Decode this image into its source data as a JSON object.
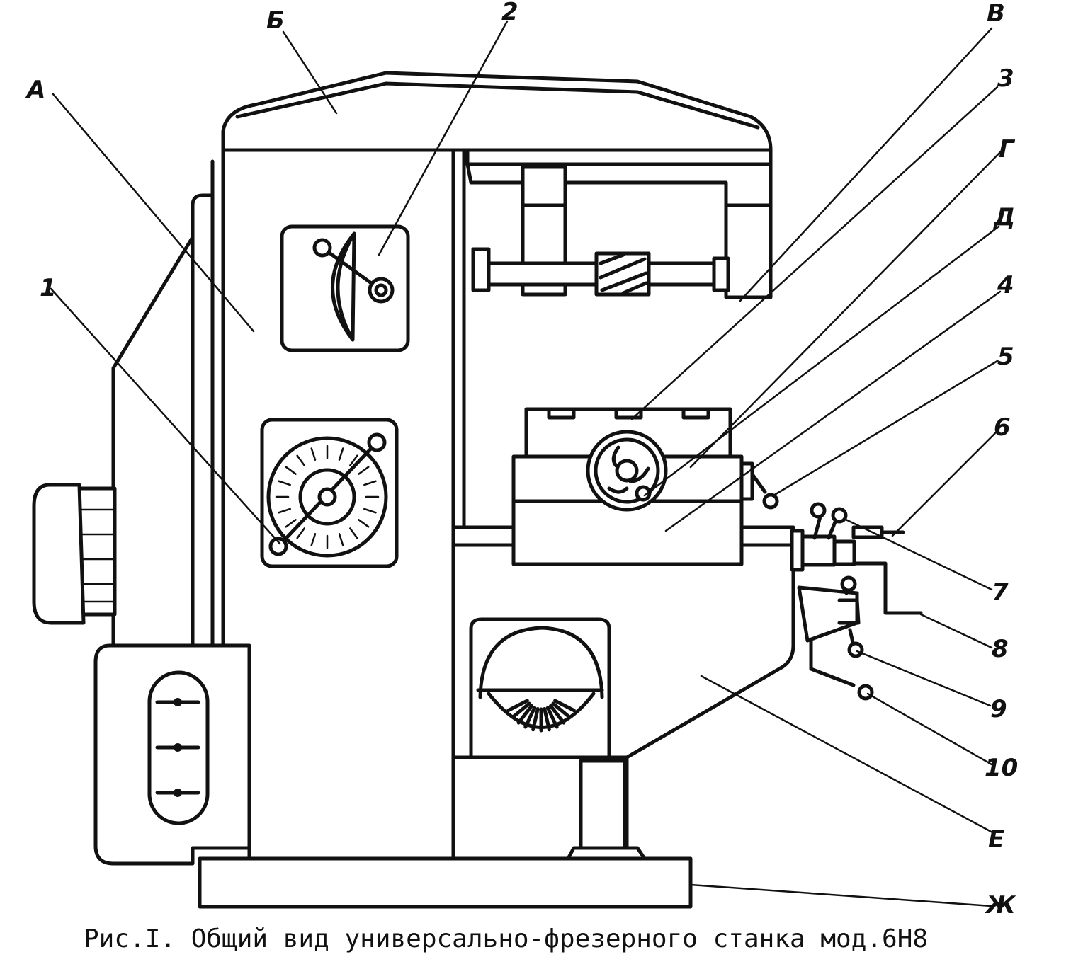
{
  "caption": "Рис.I. Общий вид универсально-фрезерного станка мод.6Н8",
  "labels": {
    "A": "А",
    "B": "Б",
    "V": "В",
    "G": "Г",
    "D": "Д",
    "E": "Е",
    "Zh": "Ж",
    "n1": "1",
    "n2": "2",
    "n3": "3",
    "n4": "4",
    "n5": "5",
    "n6": "6",
    "n7": "7",
    "n8": "8",
    "n9": "9",
    "n10": "10"
  }
}
